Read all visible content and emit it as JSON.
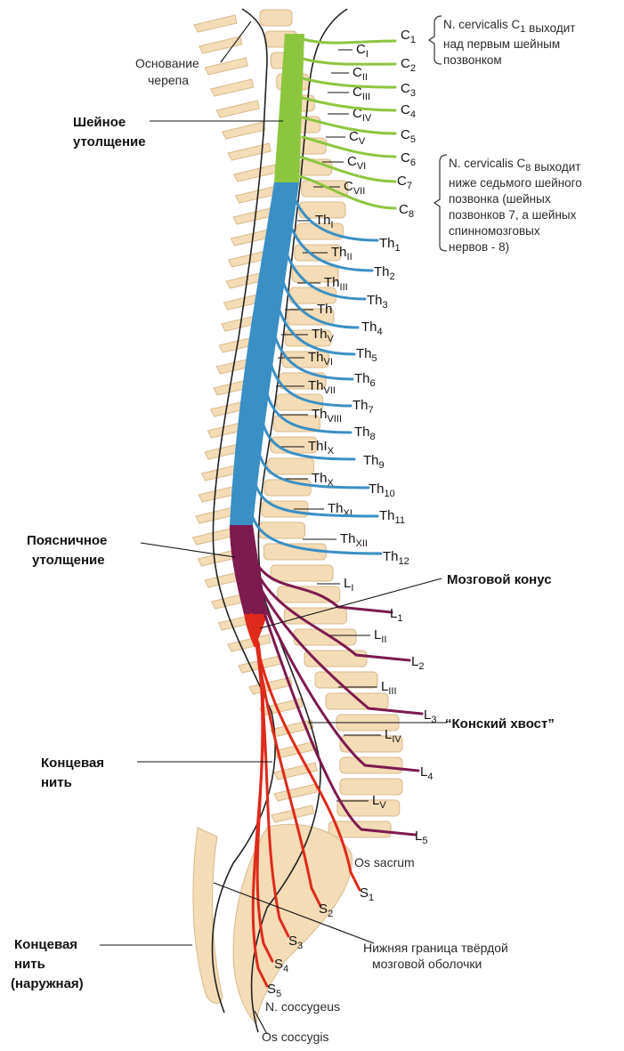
{
  "colors": {
    "bone": "#f3dcb6",
    "bone_edge": "#d9b98c",
    "cervical": "#8cc63f",
    "thoracic": "#3a8fc4",
    "lumbar": "#7d1a4f",
    "sacral": "#dd2a1b"
  },
  "labels": {
    "skull_base": [
      "Основание",
      "черепа"
    ],
    "cervical_enlargement": [
      "Шейное",
      "утолщение"
    ],
    "lumbar_enlargement": [
      "Поясничное",
      "утолщение"
    ],
    "conus": "Мозговой конус",
    "cauda": "“Конский хвост”",
    "filum": [
      "Концевая",
      "нить"
    ],
    "filum_ext": [
      "Концевая",
      "нить",
      "(наружная)"
    ],
    "os_sacrum": "Os sacrum",
    "dura": [
      "Нижняя граница твёрдой",
      "мозговой оболочки"
    ],
    "n_coccygeus": "N. coccygeus",
    "os_coccygis": "Os coccygis"
  },
  "notes": {
    "c1": [
      [
        {
          "t": "N. cervicalis C"
        },
        {
          "t": "1",
          "sub": true
        },
        {
          "t": " выходит"
        }
      ],
      [
        {
          "t": "над первым шейным"
        }
      ],
      [
        {
          "t": "позвонком"
        }
      ]
    ],
    "c8": [
      [
        {
          "t": "N. cervicalis C"
        },
        {
          "t": "8",
          "sub": true
        },
        {
          "t": " выходит"
        }
      ],
      [
        {
          "t": "ниже седьмого шейного"
        }
      ],
      [
        {
          "t": "позвонка (шейных"
        }
      ],
      [
        {
          "t": "позвонков 7, а шейных"
        }
      ],
      [
        {
          "t": "спинномозговых"
        }
      ],
      [
        {
          "t": "нервов - 8)"
        }
      ]
    ]
  },
  "vertebrae": [
    {
      "main": "C",
      "sub": "I"
    },
    {
      "main": "C",
      "sub": "II"
    },
    {
      "main": "C",
      "sub": "III"
    },
    {
      "main": "C",
      "sub": "IV"
    },
    {
      "main": "C",
      "sub": "V"
    },
    {
      "main": "C",
      "sub": "VI"
    },
    {
      "main": "C",
      "sub": "VII"
    },
    {
      "main": "Th",
      "sub": "I"
    },
    {
      "main": "Th",
      "sub": "II"
    },
    {
      "main": "Th",
      "sub": "III"
    },
    {
      "main": "Th",
      "sub": ""
    },
    {
      "main": "Th",
      "sub": "V"
    },
    {
      "main": "Th",
      "sub": "VI"
    },
    {
      "main": "Th",
      "sub": "VII"
    },
    {
      "main": "Th",
      "sub": "VIII"
    },
    {
      "main": "ThI",
      "sub": "X"
    },
    {
      "main": "Th",
      "sub": "X"
    },
    {
      "main": "Th",
      "sub": "XI"
    },
    {
      "main": "Th",
      "sub": "XII"
    },
    {
      "main": "L",
      "sub": "I"
    },
    {
      "main": "L",
      "sub": "II"
    },
    {
      "main": "L",
      "sub": "III"
    },
    {
      "main": "L",
      "sub": "IV"
    },
    {
      "main": "L",
      "sub": "V"
    }
  ],
  "nerves": [
    {
      "main": "C",
      "sub": "1",
      "seg": "cervical"
    },
    {
      "main": "C",
      "sub": "2",
      "seg": "cervical"
    },
    {
      "main": "C",
      "sub": "3",
      "seg": "cervical"
    },
    {
      "main": "C",
      "sub": "4",
      "seg": "cervical"
    },
    {
      "main": "C",
      "sub": "5",
      "seg": "cervical"
    },
    {
      "main": "C",
      "sub": "6",
      "seg": "cervical"
    },
    {
      "main": "C",
      "sub": "7",
      "seg": "cervical"
    },
    {
      "main": "C",
      "sub": "8",
      "seg": "cervical"
    },
    {
      "main": "Th",
      "sub": "1",
      "seg": "thoracic"
    },
    {
      "main": "Th",
      "sub": "2",
      "seg": "thoracic"
    },
    {
      "main": "Th",
      "sub": "3",
      "seg": "thoracic"
    },
    {
      "main": "Th",
      "sub": "4",
      "seg": "thoracic"
    },
    {
      "main": "Th",
      "sub": "5",
      "seg": "thoracic"
    },
    {
      "main": "Th",
      "sub": "6",
      "seg": "thoracic"
    },
    {
      "main": "Th",
      "sub": "7",
      "seg": "thoracic"
    },
    {
      "main": "Th",
      "sub": "8",
      "seg": "thoracic"
    },
    {
      "main": "Th",
      "sub": "9",
      "seg": "thoracic"
    },
    {
      "main": "Th",
      "sub": "10",
      "seg": "thoracic"
    },
    {
      "main": "Th",
      "sub": "11",
      "seg": "thoracic"
    },
    {
      "main": "Th",
      "sub": "12",
      "seg": "thoracic"
    },
    {
      "main": "L",
      "sub": "1",
      "seg": "lumbar"
    },
    {
      "main": "L",
      "sub": "2",
      "seg": "lumbar"
    },
    {
      "main": "L",
      "sub": "3",
      "seg": "lumbar"
    },
    {
      "main": "L",
      "sub": "4",
      "seg": "lumbar"
    },
    {
      "main": "L",
      "sub": "5",
      "seg": "lumbar"
    },
    {
      "main": "S",
      "sub": "1",
      "seg": "sacral"
    },
    {
      "main": "S",
      "sub": "2",
      "seg": "sacral"
    },
    {
      "main": "S",
      "sub": "3",
      "seg": "sacral"
    },
    {
      "main": "S",
      "sub": "4",
      "seg": "sacral"
    },
    {
      "main": "S",
      "sub": "5",
      "seg": "sacral"
    }
  ]
}
